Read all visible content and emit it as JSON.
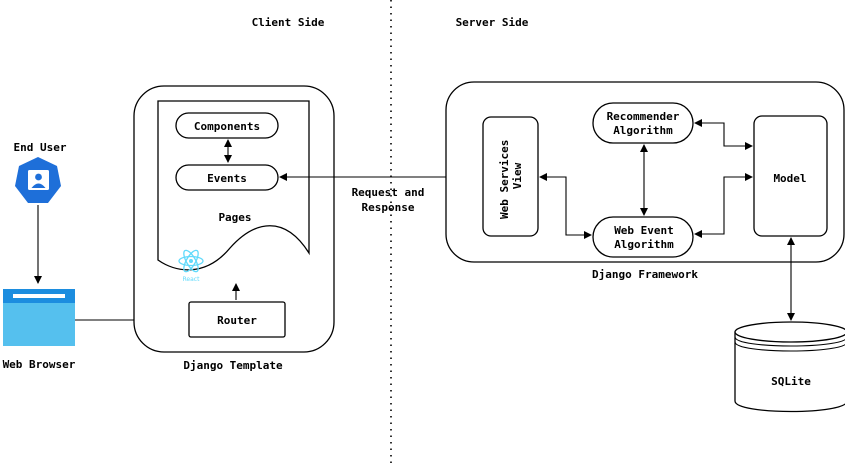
{
  "headings": {
    "client_side": "Client Side",
    "server_side": "Server Side"
  },
  "actors": {
    "end_user": "End User",
    "web_browser": "Web Browser"
  },
  "client": {
    "components": "Components",
    "events": "Events",
    "pages": "Pages",
    "react_logo_text": "React",
    "router": "Router",
    "container_label": "Django Template"
  },
  "link": {
    "line1": "Request and",
    "line2": "Response"
  },
  "server": {
    "web_services_line1": "Web Services",
    "web_services_line2": "View",
    "recommender_line1": "Recommender",
    "recommender_line2": "Algorithm",
    "web_event_line1": "Web Event",
    "web_event_line2": "Algorithm",
    "model": "Model",
    "container_label": "Django Framework"
  },
  "database": {
    "name": "SQLite"
  },
  "colors": {
    "user_icon": "#1e6fd9",
    "browser_top": "#1c8ddf",
    "browser_body": "#55c0ee",
    "react": "#61dafb"
  }
}
